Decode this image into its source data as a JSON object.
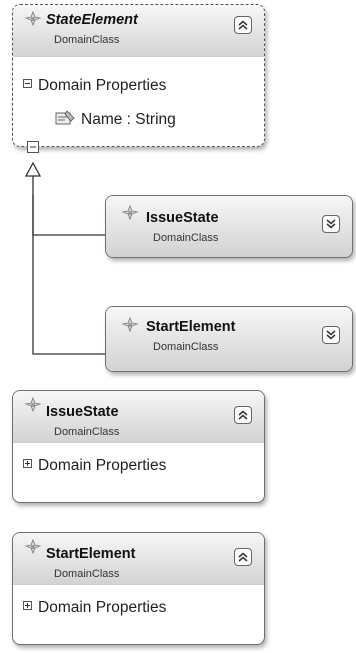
{
  "shapes": [
    {
      "title": "StateElement",
      "subtitle": "DomainClass",
      "compartment": "Domain Properties",
      "property": "Name : String"
    },
    {
      "title": "IssueState",
      "subtitle": "DomainClass"
    },
    {
      "title": "StartElement",
      "subtitle": "DomainClass"
    },
    {
      "title": "IssueState",
      "subtitle": "DomainClass",
      "compartment": "Domain Properties"
    },
    {
      "title": "StartElement",
      "subtitle": "DomainClass",
      "compartment": "Domain Properties"
    }
  ],
  "icons": {
    "class": "domain-class-icon",
    "collapse": "chevron-up-double-icon",
    "expand": "chevron-down-double-icon",
    "property": "property-icon",
    "minus": "minus-box-icon",
    "plus": "plus-box-icon"
  },
  "colors": {
    "border": "#6f6f6f",
    "header_top": "#f7f7f7",
    "header_bottom": "#d2d2d2",
    "connector": "#333333"
  }
}
